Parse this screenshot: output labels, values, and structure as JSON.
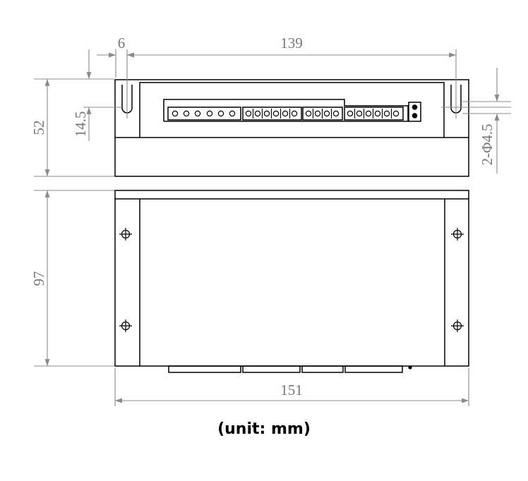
{
  "dimensions": {
    "edge_offset": "6",
    "hole_spacing": "139",
    "height": "52",
    "hole_offset": "14.5",
    "hole_spec": "2-Φ4.5",
    "depth": "97",
    "length": "151"
  },
  "unit_label": "(unit: mm)",
  "colors": {
    "outline": "#000000",
    "dimension": "#8a8a8a",
    "dimension_text": "#777777"
  }
}
